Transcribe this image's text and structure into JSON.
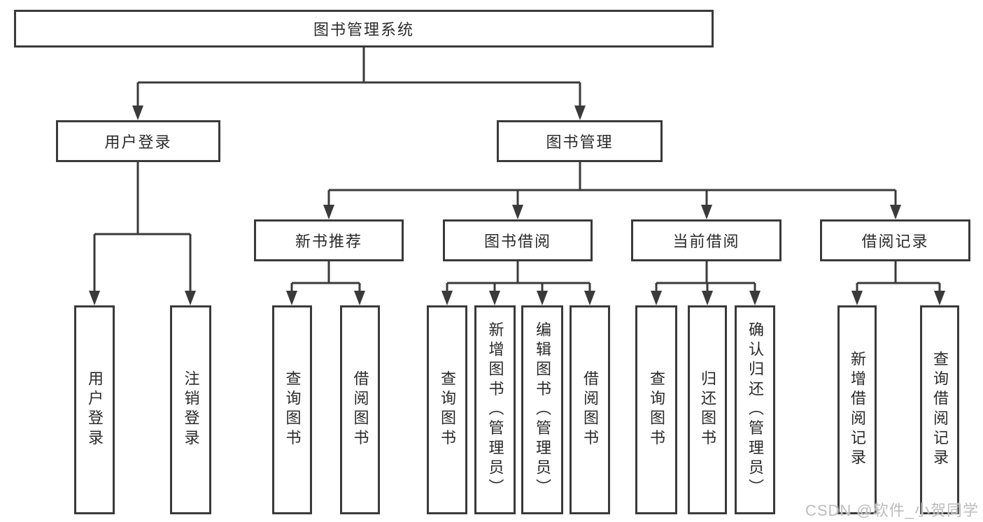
{
  "diagram": {
    "title": "图书管理系统",
    "level1": [
      {
        "label": "用户登录"
      },
      {
        "label": "图书管理"
      }
    ],
    "level2": [
      {
        "label": "新书推荐"
      },
      {
        "label": "图书借阅"
      },
      {
        "label": "当前借阅"
      },
      {
        "label": "借阅记录"
      }
    ],
    "leaves": [
      {
        "label": "用户登录"
      },
      {
        "label": "注销登录"
      },
      {
        "label": "查询图书"
      },
      {
        "label": "借阅图书"
      },
      {
        "label": "查询图书"
      },
      {
        "label": "新增图书（管理员）"
      },
      {
        "label": "编辑图书（管理员）"
      },
      {
        "label": "借阅图书"
      },
      {
        "label": "查询图书"
      },
      {
        "label": "归还图书"
      },
      {
        "label": "确认归还（管理员）"
      },
      {
        "label": "新增借阅记录"
      },
      {
        "label": "查询借阅记录"
      }
    ]
  },
  "watermark": {
    "text": "CSDN @软件_小贺同学"
  },
  "colors": {
    "line": "#3a3a3a",
    "text": "#2a2a2a",
    "background": "#ffffff",
    "watermark": "#bcbcbc"
  }
}
